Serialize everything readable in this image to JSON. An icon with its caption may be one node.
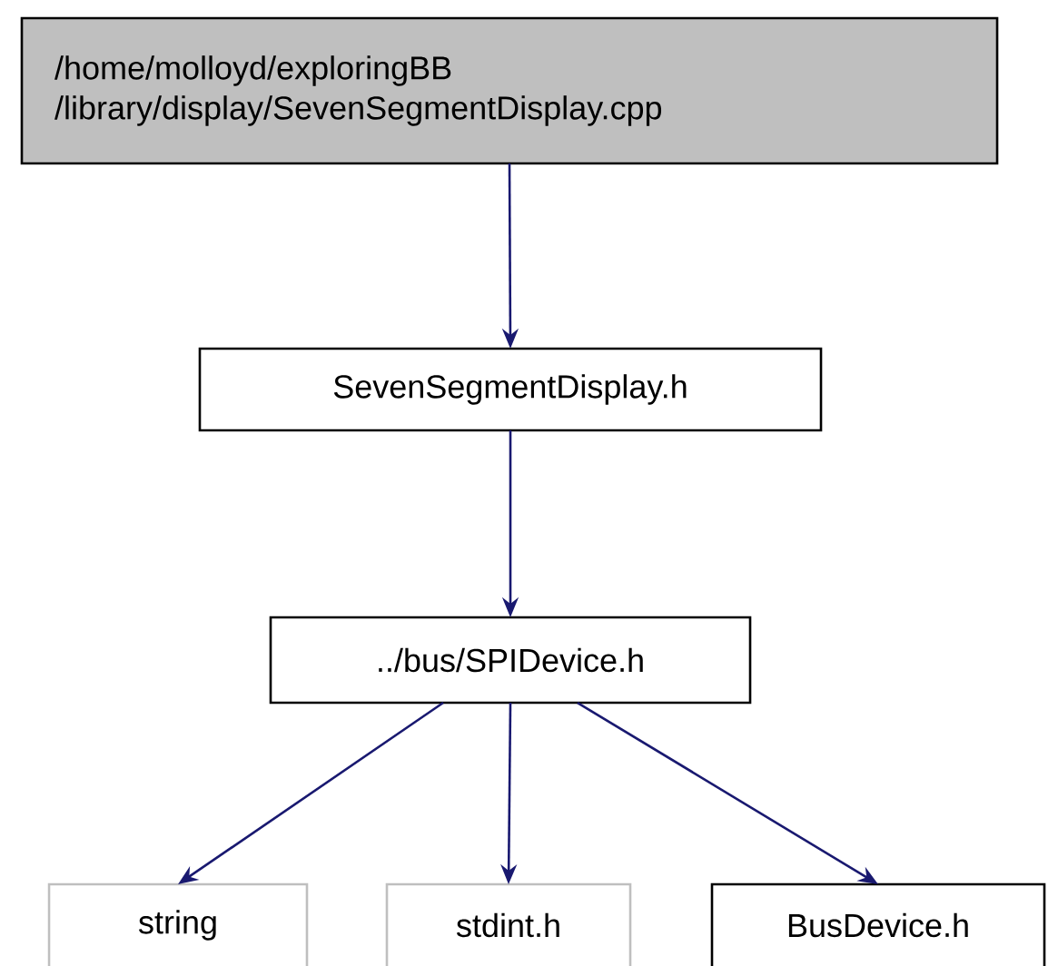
{
  "diagram": {
    "nodes": [
      {
        "text": [
          "/home/molloyd/exploringBB /library/display/SevenSegmentDisplay.cpp"
        ]
      },
      {
        "text": [
          "SevenSegmentDisplay.h"
        ]
      },
      {
        "text": [
          "../bus/SPIDevice.h"
        ]
      },
      {
        "text": [
          "string"
        ]
      },
      {
        "text": [
          "stdint.h"
        ]
      },
      {
        "text": [
          "BusDevice.h"
        ]
      }
    ],
    "edges": [
      {
        "from": 0,
        "to": 1,
        "arrow": "to"
      },
      {
        "from": 1,
        "to": 2,
        "arrow": "to"
      },
      {
        "from": 2,
        "to": 3,
        "arrow": "to"
      },
      {
        "from": 2,
        "to": 4,
        "arrow": "to"
      },
      {
        "from": 2,
        "to": 5,
        "arrow": "to"
      }
    ]
  }
}
